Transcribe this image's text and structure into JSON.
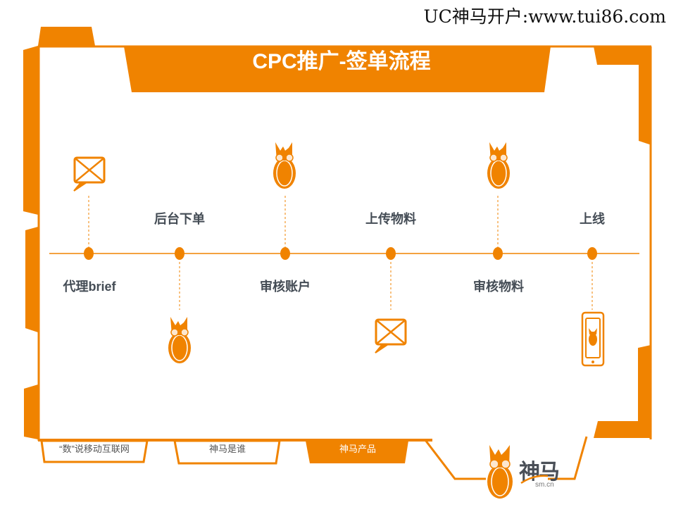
{
  "watermark": "UC神马开户:www.tui86.com",
  "title": "CPC推广-签单流程",
  "colors": {
    "brand_orange": "#f08300",
    "label_gray": "#444c55",
    "frame_white": "#ffffff"
  },
  "timeline": {
    "steps": [
      {
        "label": "代理brief",
        "label_position": "below",
        "icon": "envelope-chat-icon",
        "icon_position": "above"
      },
      {
        "label": "后台下单",
        "label_position": "above",
        "icon": "shenma-mascot-icon",
        "icon_position": "below"
      },
      {
        "label": "审核账户",
        "label_position": "below",
        "icon": "shenma-mascot-icon",
        "icon_position": "above"
      },
      {
        "label": "上传物料",
        "label_position": "above",
        "icon": "envelope-chat-icon",
        "icon_position": "below"
      },
      {
        "label": "审核物料",
        "label_position": "below",
        "icon": "shenma-mascot-icon",
        "icon_position": "above"
      },
      {
        "label": "上线",
        "label_position": "above",
        "icon": "mobile-phone-icon",
        "icon_position": "below"
      }
    ]
  },
  "tabs": [
    {
      "label": "“数”说移动互联网",
      "active": false
    },
    {
      "label": "神马是谁",
      "active": false
    },
    {
      "label": "神马产品",
      "active": true
    }
  ],
  "logo": {
    "text": "神马",
    "domain": "sm.cn"
  }
}
